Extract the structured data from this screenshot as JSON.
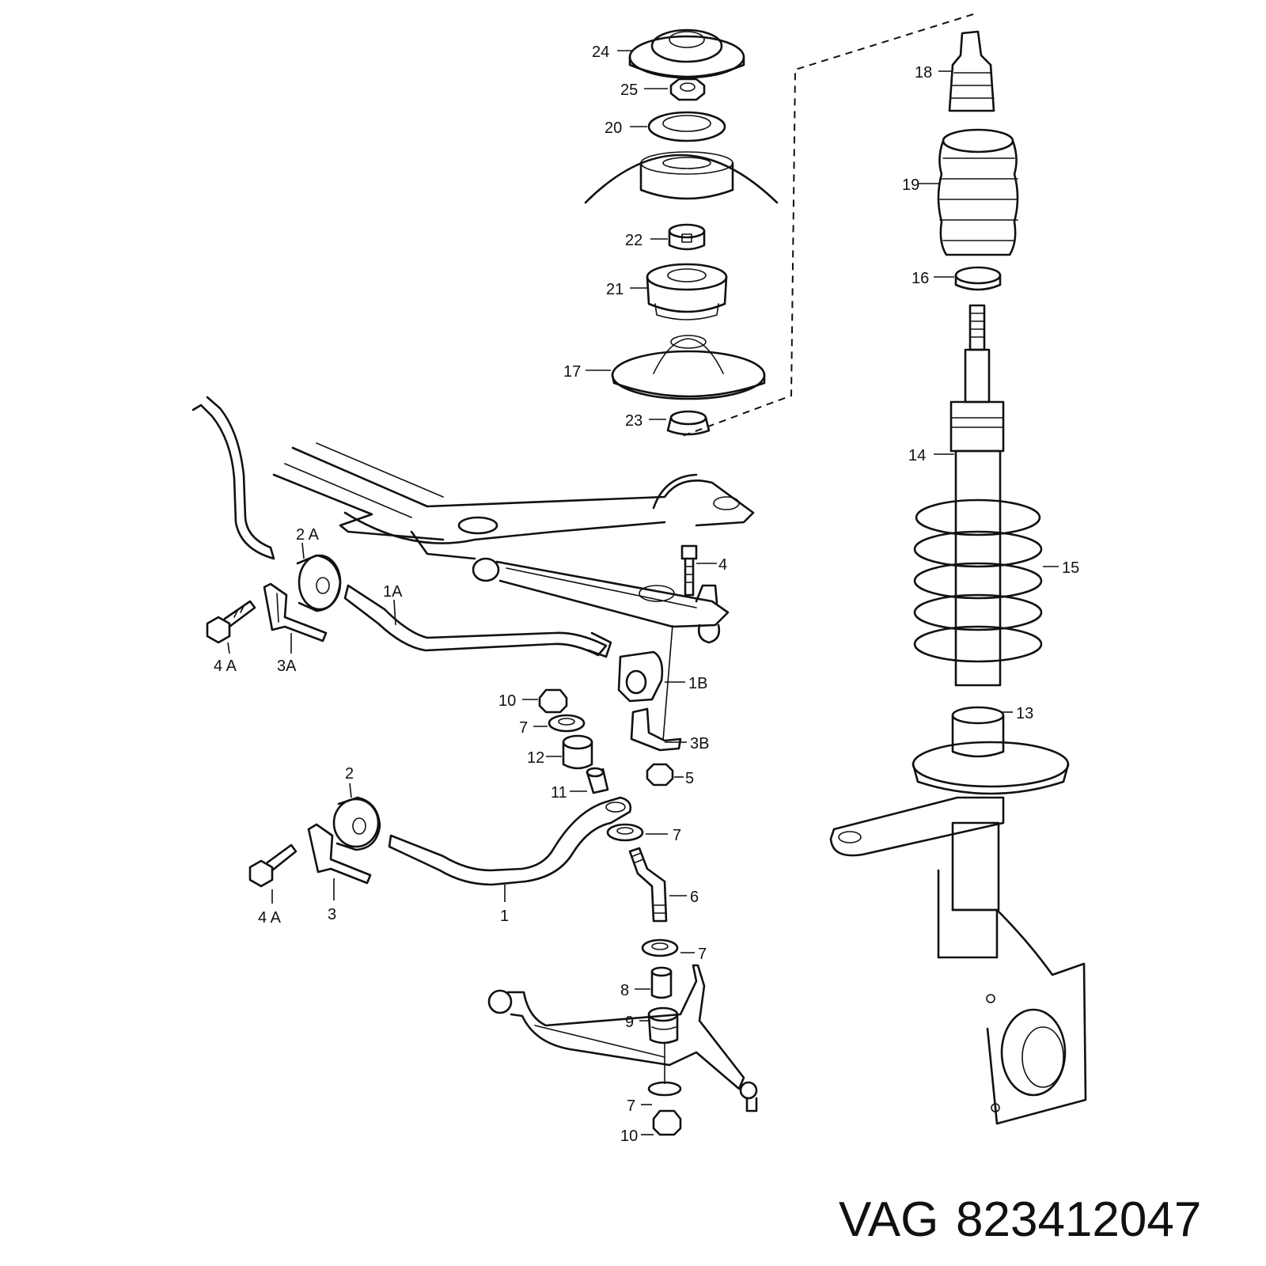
{
  "labels": {
    "l24": "24",
    "l25": "25",
    "l20": "20",
    "l22": "22",
    "l21": "21",
    "l17": "17",
    "l23": "23",
    "l18": "18",
    "l19": "19",
    "l16": "16",
    "l14": "14",
    "l15": "15",
    "l13": "13",
    "l2A": "2 A",
    "l1A": "1A",
    "l4_top": "4",
    "l4A_top": "4 A",
    "l3A": "3A",
    "l1B": "1B",
    "l3B": "3B",
    "l5": "5",
    "l10_top": "10",
    "l7_a": "7",
    "l12": "12",
    "l11": "11",
    "l2": "2",
    "l7_b": "7",
    "l6": "6",
    "l4A_bottom": "4 A",
    "l3": "3",
    "l1": "1",
    "l7_c": "7",
    "l8": "8",
    "l9": "9",
    "l7_d": "7",
    "l10_bottom": "10"
  },
  "brand": {
    "maker": "VAG",
    "part_number": "823412047"
  }
}
